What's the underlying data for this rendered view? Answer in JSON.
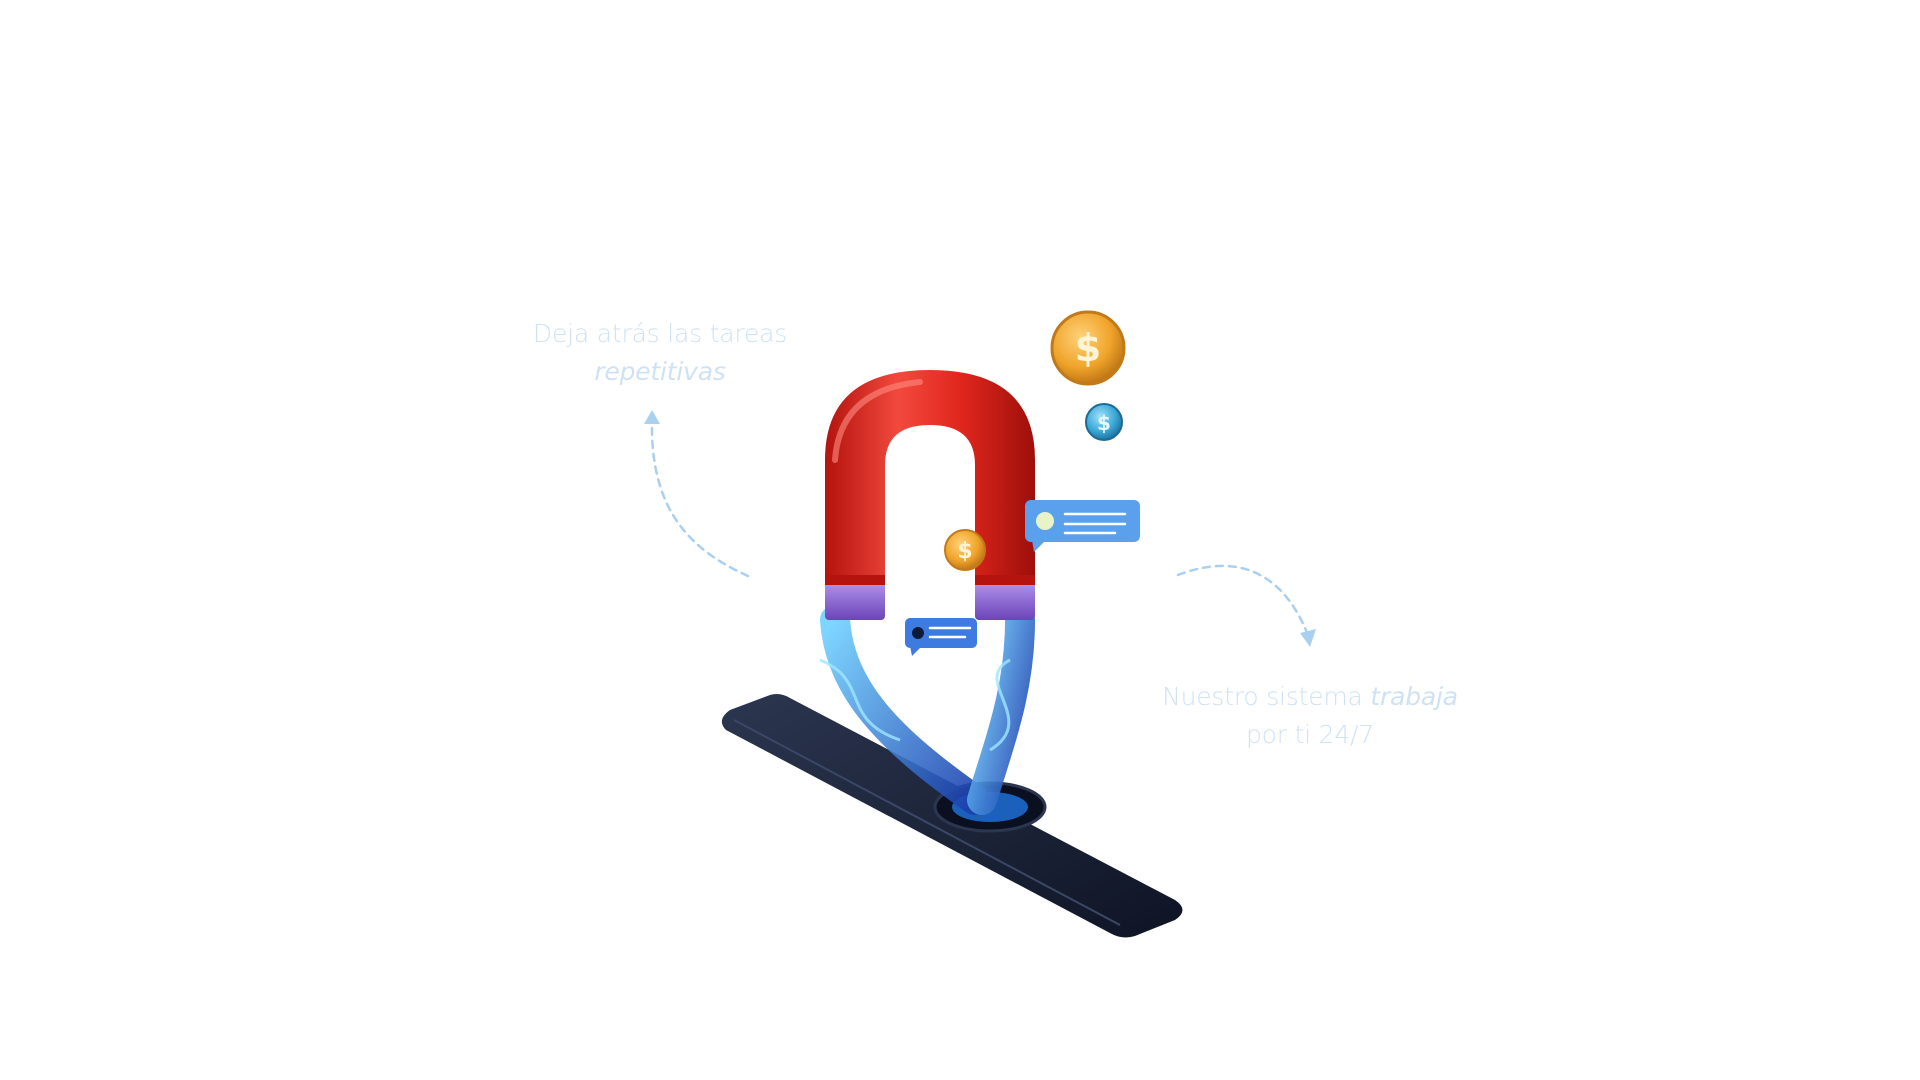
{
  "captions": {
    "left": {
      "line1": "Deja atrás las tareas",
      "line2_italic": "repetitivas"
    },
    "right": {
      "line1_prefix": "Nuestro sistema ",
      "line1_italic": "trabaja",
      "line2": "por ti 24/7"
    }
  },
  "icons": {
    "magnet": "magnet-icon",
    "phone": "smartphone-icon",
    "coin": "dollar-coin-icon",
    "chat": "chat-bubble-icon",
    "arrow": "dashed-curved-arrow-icon"
  },
  "coins": {
    "symbol": "$"
  },
  "colors": {
    "caption": "#cfe2f4",
    "arrow": "#a9d0ee",
    "magnet_red": "#e0261d",
    "magnet_purple": "#8d63d8",
    "coin_gold": "#f0a42b",
    "coin_blue": "#3aa7d6",
    "chat_blue": "#4a90e2",
    "phone_dark": "#1a2236"
  }
}
